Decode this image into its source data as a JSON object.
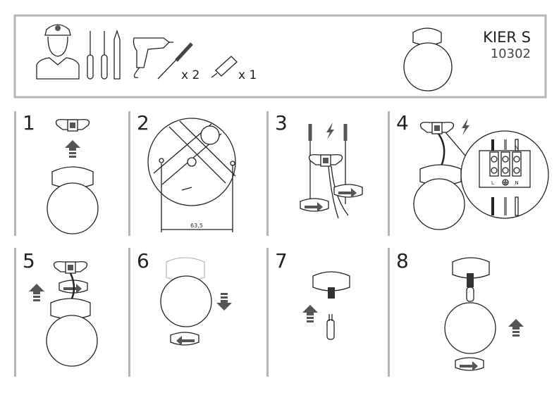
{
  "header": {
    "model": "KIER S",
    "code": "10302",
    "tools": [
      "installer",
      "phillips-screwdriver",
      "flat-screwdriver",
      "pencil",
      "drill",
      "wall-plug-screw",
      "voltage-tester"
    ],
    "plug_qty": "x 2",
    "tester_qty": "x 1"
  },
  "steps": [
    {
      "number": "1"
    },
    {
      "number": "2",
      "measurement": "63,5"
    },
    {
      "number": "3"
    },
    {
      "number": "4",
      "terminal_labels": [
        "L",
        "N"
      ]
    },
    {
      "number": "5"
    },
    {
      "number": "6"
    },
    {
      "number": "7"
    },
    {
      "number": "8"
    }
  ],
  "colors": {
    "frame": "#b5b5b5",
    "line": "#222222"
  }
}
